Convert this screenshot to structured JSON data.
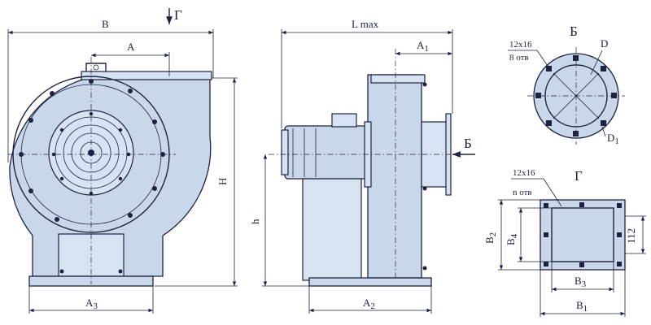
{
  "front_view": {
    "dim_B": "B",
    "dim_A": "A",
    "dim_H": "H",
    "dim_A3": "A",
    "dim_A3_sub": "3",
    "view_arrow_G": "Г"
  },
  "side_view": {
    "dim_L": "L max",
    "dim_A1": "A",
    "dim_A1_sub": "1",
    "dim_h": "h",
    "dim_A2": "A",
    "dim_A2_sub": "2",
    "view_arrow_B": "Б"
  },
  "detail_B": {
    "title": "Б",
    "holes_line1": "12х16",
    "holes_line2": "8 отв",
    "dim_D": "D",
    "dim_D1": "D",
    "dim_D1_sub": "1"
  },
  "detail_G": {
    "title": "Г",
    "holes_line1": "12х16",
    "holes_line2": "n отв",
    "dim_B2": "B",
    "dim_B2_sub": "2",
    "dim_B4": "B",
    "dim_B4_sub": "4",
    "dim_112": "112",
    "dim_B3": "B",
    "dim_B3_sub": "3",
    "dim_B1": "B",
    "dim_B1_sub": "1"
  },
  "colors": {
    "line": "#1d2240",
    "fill": "#c9d7ea",
    "background": "#ffffff"
  }
}
